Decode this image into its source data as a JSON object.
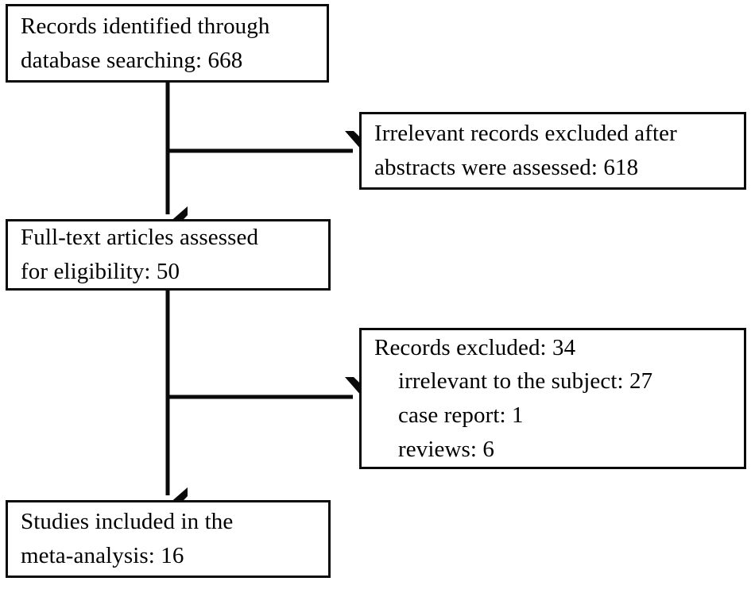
{
  "diagram": {
    "type": "prisma-flow-diagram",
    "title": "",
    "stroke_color": "#0a0a0a",
    "background_color": "#ffffff",
    "boxes": [
      {
        "id": "identified",
        "name": "records-identified-box",
        "lines": [
          {
            "text": "Records identified through",
            "indent": false
          },
          {
            "text": "database searching: 668",
            "indent": false
          }
        ],
        "count": 668
      },
      {
        "id": "excluded_abstracts",
        "name": "irrelevant-records-excluded-box",
        "lines": [
          {
            "text": "Irrelevant records excluded after",
            "indent": false
          },
          {
            "text": "abstracts were assessed: 618",
            "indent": false
          }
        ],
        "count": 618
      },
      {
        "id": "fulltext",
        "name": "full-text-assessed-box",
        "lines": [
          {
            "text": "Full-text articles assessed",
            "indent": false
          },
          {
            "text": "for eligibility: 50",
            "indent": false
          }
        ],
        "count": 50
      },
      {
        "id": "excluded_records",
        "name": "records-excluded-box",
        "lines": [
          {
            "text": "Records excluded: 34",
            "indent": false
          },
          {
            "text": "irrelevant to the subject: 27",
            "indent": true
          },
          {
            "text": "case report: 1",
            "indent": true
          },
          {
            "text": "reviews: 6",
            "indent": true
          }
        ],
        "count": 34,
        "breakdown": [
          {
            "reason": "irrelevant to the subject",
            "count": 27
          },
          {
            "reason": "case report",
            "count": 1
          },
          {
            "reason": "reviews",
            "count": 6
          }
        ]
      },
      {
        "id": "included",
        "name": "studies-included-box",
        "lines": [
          {
            "text": "Studies included in the",
            "indent": false
          },
          {
            "text": "meta-analysis: 16",
            "indent": false
          }
        ],
        "count": 16
      }
    ],
    "connectors": [
      {
        "id": "identified-to-fulltext",
        "name": "arrow-identified-to-fulltext",
        "direction": "down"
      },
      {
        "id": "identified-to-excluded-abstracts",
        "name": "arrow-identified-to-excluded-abstracts",
        "direction": "right"
      },
      {
        "id": "fulltext-to-included",
        "name": "arrow-fulltext-to-included",
        "direction": "down"
      },
      {
        "id": "fulltext-to-excluded-records",
        "name": "arrow-fulltext-to-excluded-records",
        "direction": "right"
      }
    ]
  }
}
